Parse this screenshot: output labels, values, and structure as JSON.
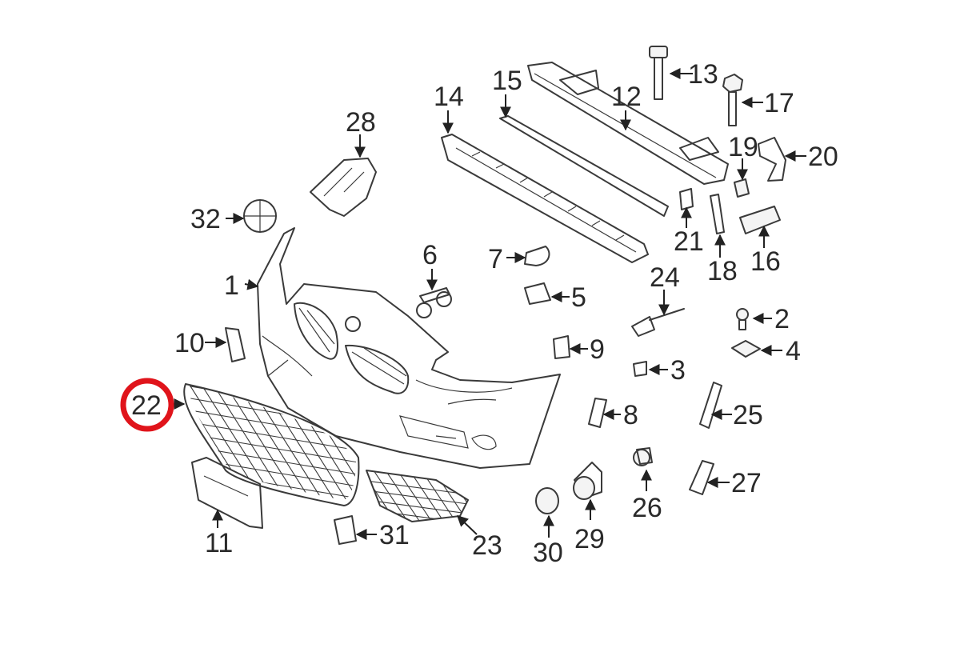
{
  "diagram": {
    "highlight_color": "#e0141b",
    "line_color": "#3a3a3a",
    "highlighted_part": "22",
    "callouts": {
      "c1": "1",
      "c2": "2",
      "c3": "3",
      "c4": "4",
      "c5": "5",
      "c6": "6",
      "c7": "7",
      "c8": "8",
      "c9": "9",
      "c10": "10",
      "c11": "11",
      "c12": "12",
      "c13": "13",
      "c14": "14",
      "c15": "15",
      "c16": "16",
      "c17": "17",
      "c18": "18",
      "c19": "19",
      "c20": "20",
      "c21": "21",
      "c22": "22",
      "c23": "23",
      "c24": "24",
      "c25": "25",
      "c26": "26",
      "c27": "27",
      "c28": "28",
      "c29": "29",
      "c30": "30",
      "c31": "31",
      "c32": "32"
    }
  }
}
